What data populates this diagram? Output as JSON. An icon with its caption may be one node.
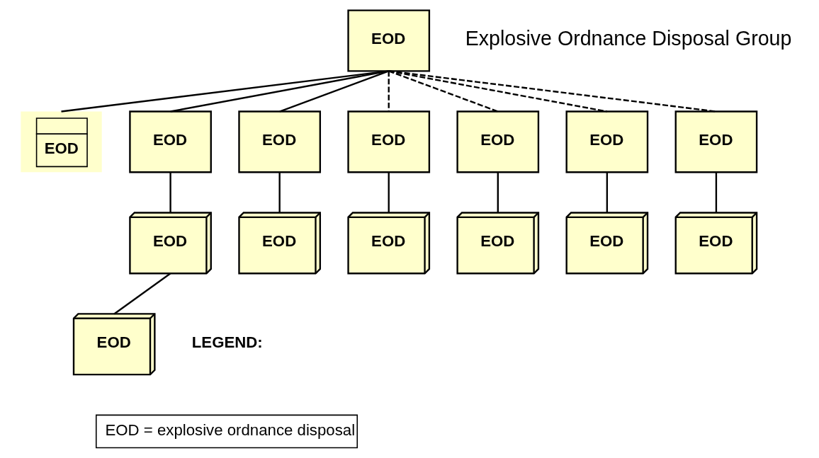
{
  "diagram": {
    "nodes": [
      {
        "text": [
          "EOD"
        ],
        "beside": [
          "Explosive Ordnance Disposal Group"
        ]
      },
      {
        "text": [
          "EOD"
        ]
      },
      {
        "text": [
          "EOD"
        ]
      },
      {
        "text": [
          "EOD"
        ]
      },
      {
        "text": [
          "EOD"
        ]
      },
      {
        "text": [
          "EOD"
        ]
      },
      {
        "text": [
          "EOD"
        ]
      },
      {
        "text": [
          "EOD"
        ]
      },
      {
        "text": [
          "EOD"
        ]
      },
      {
        "text": [
          "EOD"
        ]
      },
      {
        "text": [
          "EOD"
        ]
      },
      {
        "text": [
          "EOD"
        ]
      },
      {
        "text": [
          "EOD"
        ]
      },
      {
        "text": [
          "EOD"
        ]
      },
      {
        "text": [
          "EOD"
        ]
      }
    ],
    "edges": [
      {
        "from": 0,
        "to": 1,
        "arrow": "none"
      },
      {
        "from": 0,
        "to": 2,
        "arrow": "none"
      },
      {
        "from": 0,
        "to": 3,
        "arrow": "none"
      },
      {
        "from": 0,
        "to": 4,
        "arrow": "none",
        "style": "dashed"
      },
      {
        "from": 0,
        "to": 5,
        "arrow": "none",
        "style": "dashed"
      },
      {
        "from": 0,
        "to": 6,
        "arrow": "none",
        "style": "dashed"
      },
      {
        "from": 0,
        "to": 7,
        "arrow": "none",
        "style": "dashed"
      },
      {
        "from": 2,
        "to": 8,
        "arrow": "none"
      },
      {
        "from": 3,
        "to": 9,
        "arrow": "none"
      },
      {
        "from": 4,
        "to": 10,
        "arrow": "none"
      },
      {
        "from": 5,
        "to": 11,
        "arrow": "none"
      },
      {
        "from": 6,
        "to": 12,
        "arrow": "none"
      },
      {
        "from": 7,
        "to": 13,
        "arrow": "none"
      },
      {
        "from": 8,
        "to": 14,
        "arrow": "none"
      }
    ],
    "labels": [
      "LEGEND:",
      "EOD = explosive ordnance disposal"
    ]
  }
}
